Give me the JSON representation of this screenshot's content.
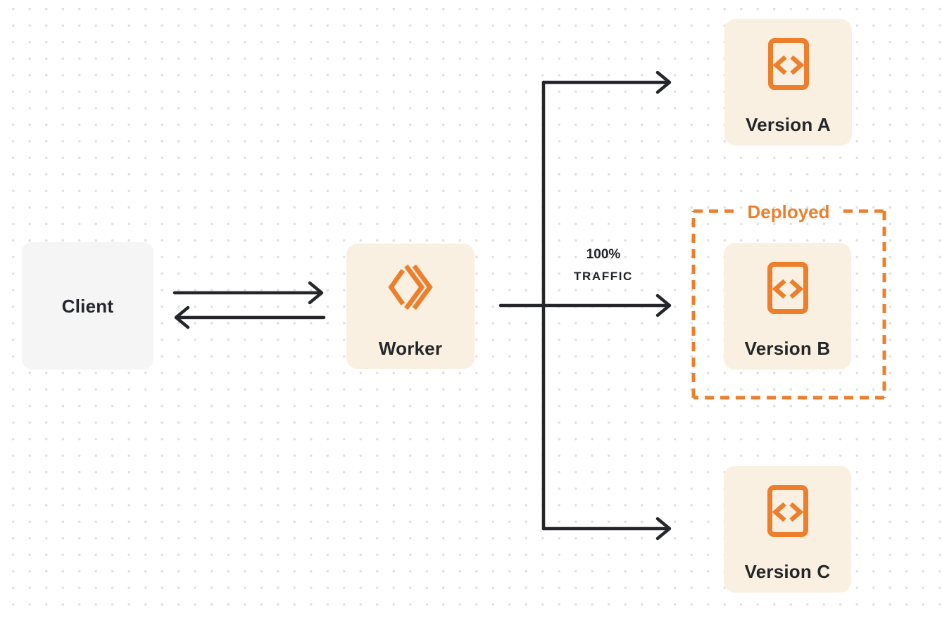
{
  "nodes": {
    "client": {
      "label": "Client"
    },
    "worker": {
      "label": "Worker"
    },
    "version_a": {
      "label": "Version A"
    },
    "version_b": {
      "label": "Version B"
    },
    "version_c": {
      "label": "Version C"
    }
  },
  "labels": {
    "deployed": "Deployed",
    "traffic_line1": "100%",
    "traffic_line2": "TRAFFIC"
  },
  "icons": {
    "worker_icon": "workers-double-chevron-icon",
    "version_icon": "code-page-icon"
  },
  "colors": {
    "orange": "#ed7f2c",
    "cream_box": "#faf0e1",
    "client_box": "#f5f5f6",
    "ink": "#24262a",
    "dot_grid": "#e2e2e2",
    "background": "#ffffff"
  }
}
